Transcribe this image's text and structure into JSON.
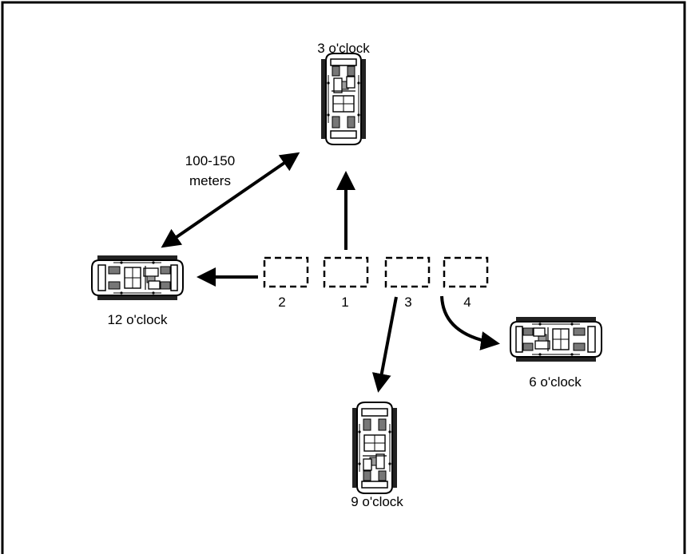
{
  "distance": {
    "value": "100-150",
    "unit": "meters"
  },
  "vehicles": [
    {
      "id": "north",
      "label": "3 o'clock"
    },
    {
      "id": "west",
      "label": "12 o'clock"
    },
    {
      "id": "east",
      "label": "6 o'clock"
    },
    {
      "id": "south",
      "label": "9 o'clock"
    }
  ],
  "positions": [
    "2",
    "1",
    "3",
    "4"
  ],
  "colors": {
    "line": "#000000",
    "background": "#ffffff"
  }
}
